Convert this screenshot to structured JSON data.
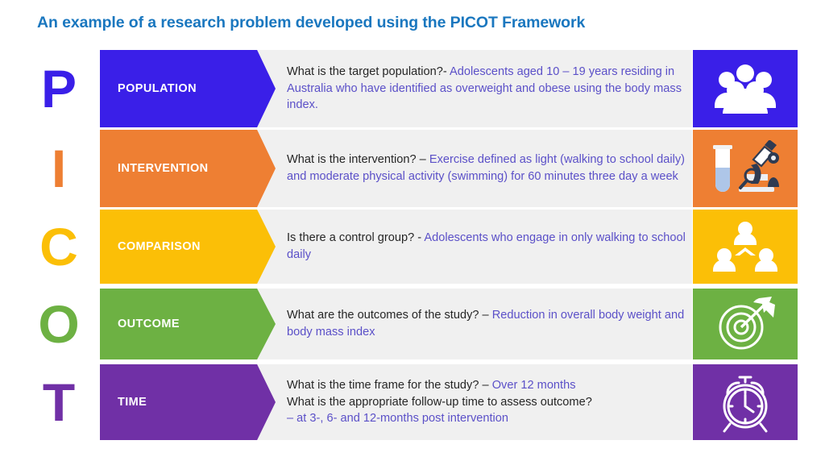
{
  "title": "An example of a research problem developed using the PICOT Framework",
  "colors": {
    "title": "#1A77BF",
    "answer_text": "#5B50C8",
    "question_text": "#262626",
    "panel_background": "#F0F0F0",
    "population": "#3A1FE8",
    "intervention": "#EE7F33",
    "comparison": "#FBBF07",
    "outcome": "#6DB143",
    "time": "#7030A6"
  },
  "rows": [
    {
      "letter": "P",
      "label": "POPULATION",
      "color": "#3A1FE8",
      "icon": "people-group-icon",
      "lines": [
        {
          "question": "What is the target population?-",
          "answer": " Adolescents aged 10 – 19 years residing in Australia who have identified as overweight and obese using the body mass index."
        }
      ]
    },
    {
      "letter": "I",
      "label": "INTERVENTION",
      "color": "#EE7F33",
      "icon": "test-tube-microscope-icon",
      "lines": [
        {
          "question": "What is the intervention? –",
          "answer": " Exercise defined as light (walking to school daily) and moderate physical activity (swimming) for  60 minutes three day a week"
        }
      ]
    },
    {
      "letter": "C",
      "label": "COMPARISON",
      "color": "#FBBF07",
      "icon": "org-chart-people-icon",
      "lines": [
        {
          "question": "Is there a control group? -",
          "answer": " Adolescents who engage in only walking to school daily"
        }
      ]
    },
    {
      "letter": "O",
      "label": "OUTCOME",
      "color": "#6DB143",
      "icon": "target-arrow-icon",
      "lines": [
        {
          "question": "What are the outcomes of the study? –",
          "answer": " Reduction in overall body weight and body mass index"
        }
      ]
    },
    {
      "letter": "T",
      "label": "TIME",
      "color": "#7030A6",
      "icon": "alarm-clock-icon",
      "lines": [
        {
          "question": "What is the time frame for the study? –",
          "answer": " Over 12 months"
        },
        {
          "question": "What is the appropriate follow-up time to assess outcome?",
          "answer": ""
        },
        {
          "question": "",
          "answer": "– at 3-, 6- and 12-months post intervention"
        }
      ]
    }
  ]
}
